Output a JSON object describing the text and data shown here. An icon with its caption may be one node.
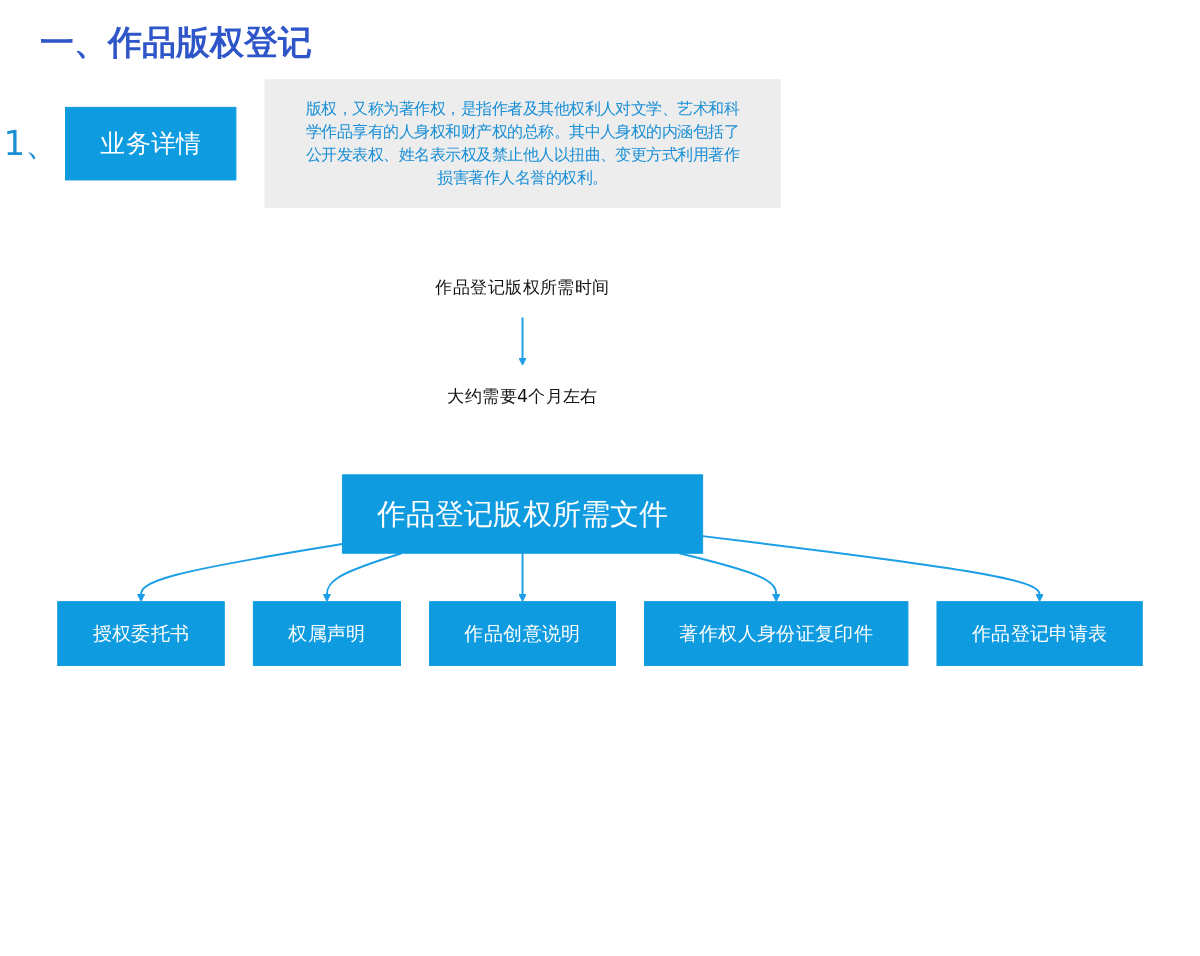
{
  "diagram": {
    "title": "一、作品版权登记",
    "nodes": [
      {
        "text": [
          "业务详情"
        ],
        "beside": [
          "1、"
        ]
      },
      {
        "text": [
          "版权，又称为著作权，是指作者及其他权利人对文学、艺术和科学作品享有的人身权和财产权的总称。其中人身权的内涵包括了公开发表权、姓名表示权及禁止他人以扭曲、变更方式利用著作损害著作人名誉的权利。"
        ]
      },
      {
        "text": [
          "作品登记版权所需时间"
        ]
      },
      {
        "text": [
          "大约需要4个月左右"
        ]
      },
      {
        "text": [
          "作品登记版权所需文件"
        ]
      },
      {
        "text": [
          "授权委托书"
        ]
      },
      {
        "text": [
          "权属声明"
        ]
      },
      {
        "text": [
          "作品创意说明"
        ]
      },
      {
        "text": [
          "著作权人身份证复印件"
        ]
      },
      {
        "text": [
          "作品登记申请表"
        ]
      }
    ],
    "edges": [
      {
        "from": 2,
        "to": 3,
        "arrow": "to"
      },
      {
        "from": 4,
        "to": 5,
        "arrow": "to"
      },
      {
        "from": 4,
        "to": 6,
        "arrow": "to"
      },
      {
        "from": 4,
        "to": 7,
        "arrow": "to"
      },
      {
        "from": 4,
        "to": 8,
        "arrow": "to"
      },
      {
        "from": 4,
        "to": 9,
        "arrow": "to"
      }
    ]
  }
}
